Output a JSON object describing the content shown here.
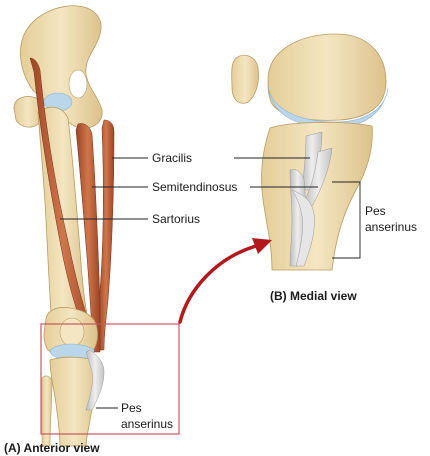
{
  "labels": {
    "gracilis": "Gracilis",
    "semitendinosus": "Semitendinosus",
    "sartorius": "Sartorius",
    "pes_anserinus_medial_1": "Pes",
    "pes_anserinus_medial_2": "anserinus",
    "pes_anserinus_anterior_1": "Pes",
    "pes_anserinus_anterior_2": "anserinus"
  },
  "captions": {
    "anterior": "(A) Anterior view",
    "medial": "(B) Medial view"
  },
  "colors": {
    "bone": "#efdcae",
    "bone_shade": "#d9c08a",
    "muscle": "#c0613a",
    "muscle_dark": "#8f3f22",
    "cartilage": "#b9d6ea",
    "tendon": "#d8d8d8",
    "box": "#c9575d",
    "arrow": "#b3181d"
  }
}
